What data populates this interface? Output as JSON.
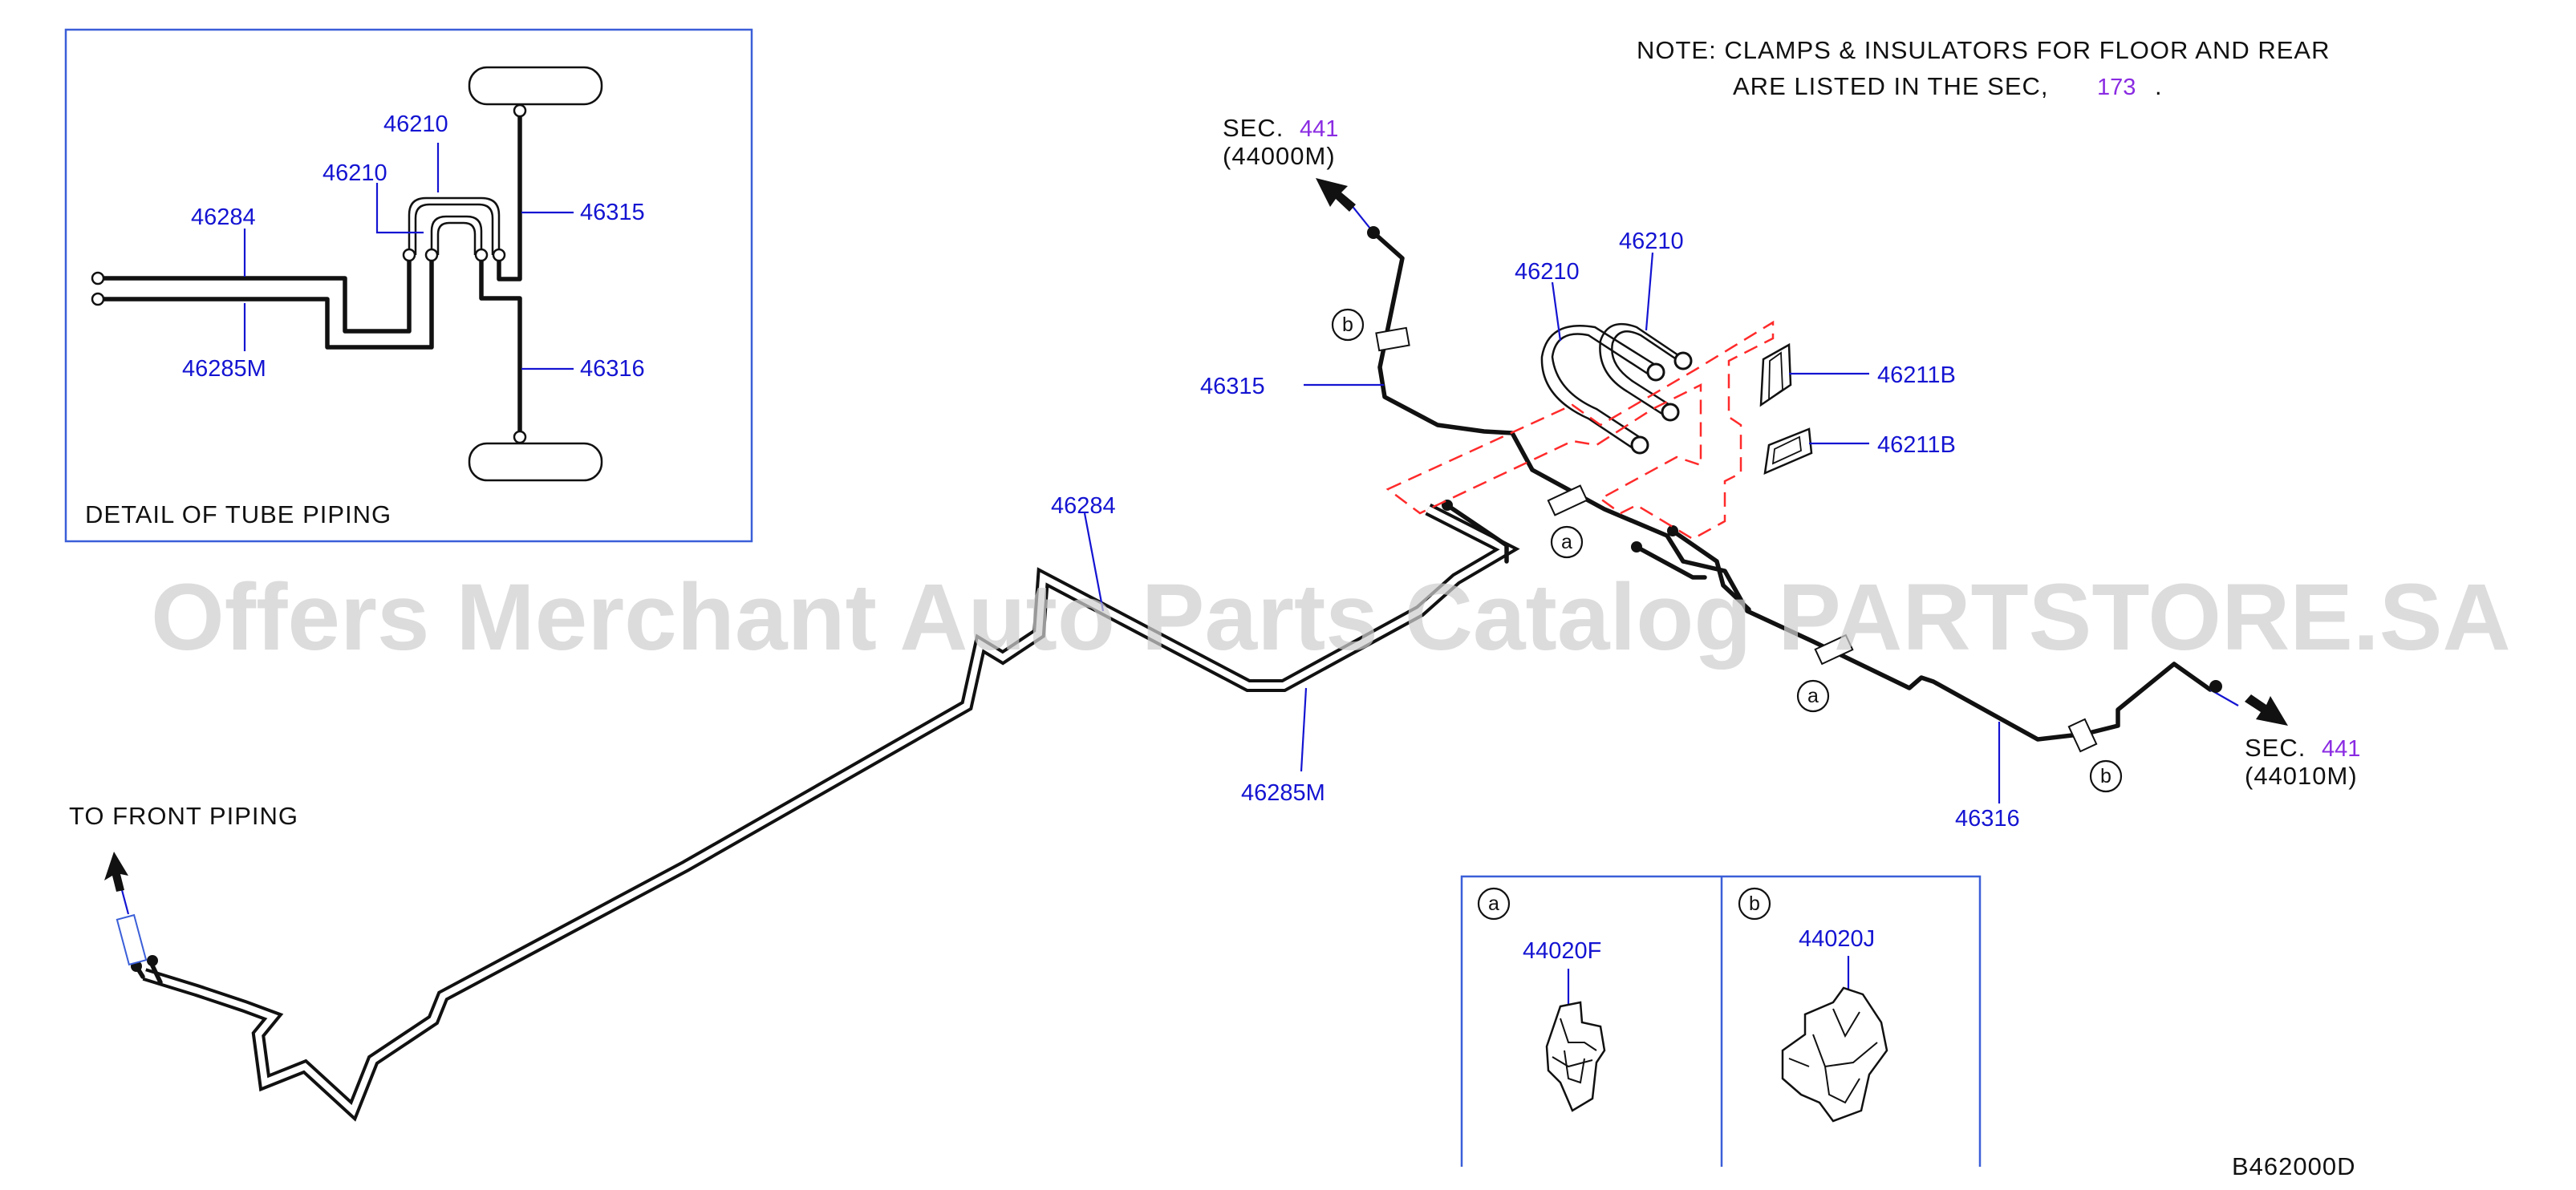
{
  "note": {
    "line1": "NOTE:  CLAMPS  &  INSULATORS  FOR  FLOOR  AND  REAR",
    "line2": "ARE  LISTED  IN  THE  SEC,",
    "sec_number": "173",
    "period": "."
  },
  "detail": {
    "caption": "DETAIL  OF  TUBE  PIPING",
    "labels": {
      "p46210a": "46210",
      "p46210b": "46210",
      "p46284": "46284",
      "p46285m": "46285M",
      "p46315": "46315",
      "p46316": "46316"
    }
  },
  "main": {
    "sec_top": {
      "prefix": "SEC.",
      "number": "441",
      "ref": "(44000M)"
    },
    "sec_right": {
      "prefix": "SEC.",
      "number": "441",
      "ref": "(44010M)"
    },
    "to_front": "TO  FRONT  PIPING",
    "labels": {
      "p46315": "46315",
      "p46210a": "46210",
      "p46210b": "46210",
      "p46211b_1": "46211B",
      "p46211b_2": "46211B",
      "p46284": "46284",
      "p46285m": "46285M",
      "p46316": "46316"
    },
    "clip_markers": {
      "a": "a",
      "b": "b"
    }
  },
  "clips": {
    "a": {
      "marker": "a",
      "part": "44020F"
    },
    "b": {
      "marker": "b",
      "part": "44020J"
    }
  },
  "diagram_code": "B462000D",
  "watermark": "Offers Merchant Auto Parts Catalog PARTSTORE.SA",
  "colors": {
    "part_number": "#1414d2",
    "section_ref": "#8a2be2",
    "dashed_outline": "#ff2a2a",
    "frame": "#3b5fd8",
    "pipe": "#111111",
    "watermark": "#cfcfcf"
  },
  "icons": [
    "arrow-icon",
    "clip-icon",
    "tube-end-icon"
  ]
}
